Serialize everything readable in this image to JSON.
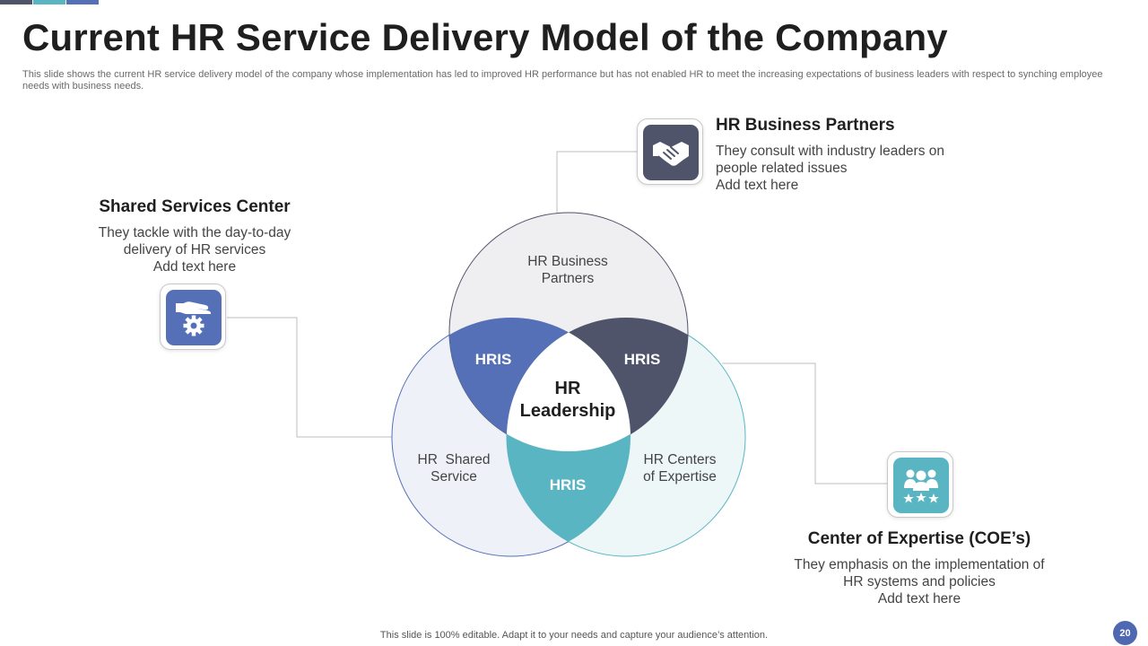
{
  "title": "Current HR Service Delivery Model of the Company",
  "subtitle": "This slide shows the current HR service delivery model of the company whose implementation has led to improved HR performance but has not enabled HR to meet the increasing expectations of business leaders with respect to synching employee needs with business needs.",
  "colors": {
    "navy": "#4f546a",
    "blue": "#5670b8",
    "teal": "#5ab5c3",
    "circle_top_fill": "#efeff2",
    "circle_left_fill": "#eef1f8",
    "circle_right_fill": "#edf7f8",
    "connector": "#bdbdbd"
  },
  "callouts": {
    "business_partners": {
      "heading": "HR Business Partners",
      "lines": [
        "They consult with industry leaders on",
        "people related issues",
        "Add text here"
      ],
      "icon": "handshake-icon"
    },
    "shared_services": {
      "heading": "Shared Services Center",
      "lines": [
        "They tackle with the day-to-day",
        "delivery of HR services",
        "Add text here"
      ],
      "icon": "hand-gear-icon"
    },
    "expertise": {
      "heading": "Center of Expertise (COE’s)",
      "lines": [
        "They emphasis on the implementation of",
        "HR systems and policies",
        "Add text here"
      ],
      "icon": "team-stars-icon"
    }
  },
  "venn": {
    "top_label": [
      "HR Business",
      "Partners"
    ],
    "left_label": [
      "HR  Shared",
      "Service"
    ],
    "right_label": [
      "HR Centers",
      "of Expertise"
    ],
    "overlap_left": "HRIS",
    "overlap_right": "HRIS",
    "overlap_bottom": "HRIS",
    "center": [
      "HR",
      "Leadership"
    ]
  },
  "footer": "This slide is 100% editable. Adapt it to your needs and capture your audience’s attention.",
  "page_number": "20"
}
